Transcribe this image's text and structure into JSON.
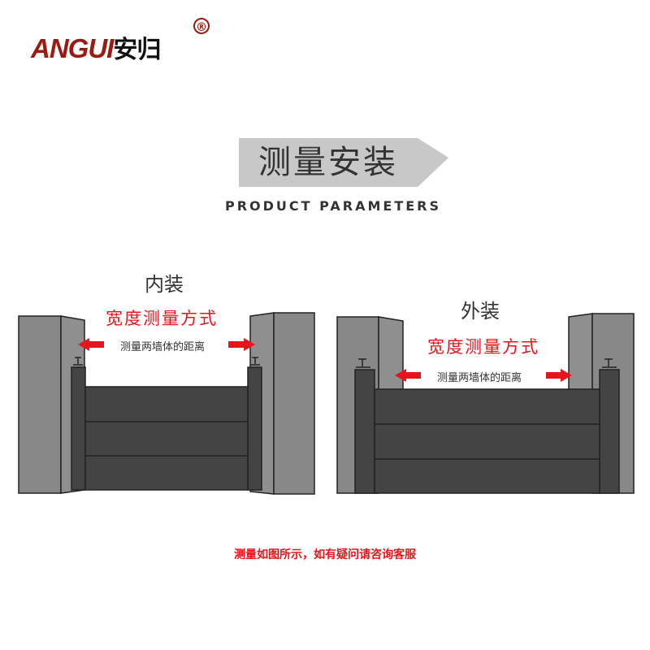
{
  "logo": {
    "brand": "ANGUI",
    "cn": "安归",
    "reg": "®"
  },
  "header": {
    "title": "测量安装",
    "subtitle": "PRODUCT PARAMETERS"
  },
  "inner": {
    "label": "内装",
    "method": "宽度测量方式",
    "hint": "测量两墙体的距离"
  },
  "outer": {
    "label": "外装",
    "method": "宽度测量方式",
    "hint": "测量两墙体的距离"
  },
  "note": "测量如图所示，如有疑问请咨询客服",
  "colors": {
    "accent": "#e8141c",
    "brand": "#9a1b12",
    "wall": "#888888",
    "panel": "#444444"
  }
}
